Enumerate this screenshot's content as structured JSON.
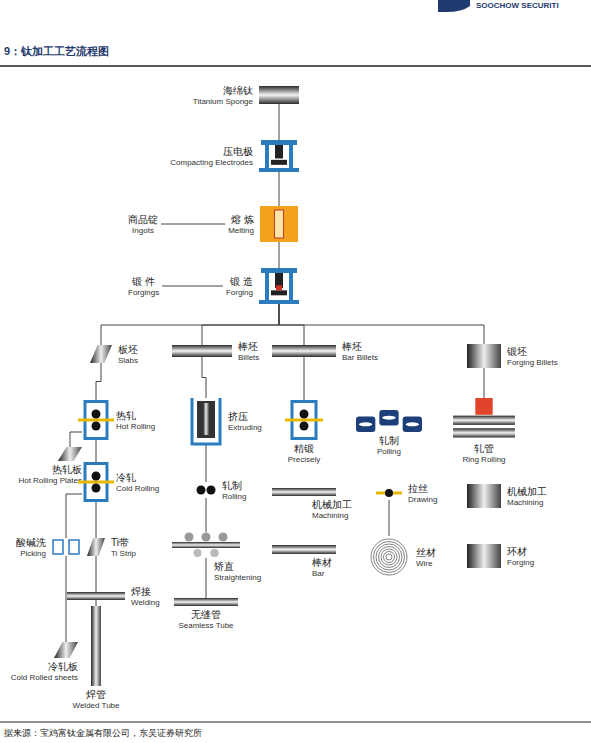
{
  "diagram": {
    "title": "9：钛加工工艺流程图",
    "caption": "据来源：宝鸡富钛金属有限公司，东吴证券研究所",
    "nodes": [
      {
        "text": [
          "海绵钛",
          "Titanium Sponge"
        ]
      },
      {
        "text": [
          "压电极",
          "Compacting Electrodes"
        ]
      },
      {
        "text": [
          "熔 炼",
          "Melting"
        ]
      },
      {
        "text": [
          "商品锭",
          "Ingots"
        ]
      },
      {
        "text": [
          "锻 造",
          "Forging"
        ]
      },
      {
        "text": [
          "锻 件",
          "Forgings"
        ]
      },
      {
        "text": [
          "板坯",
          "Slabs"
        ]
      },
      {
        "text": [
          "棒坯",
          "Billets"
        ]
      },
      {
        "text": [
          "棒坯",
          "Bar Billets"
        ]
      },
      {
        "text": [
          "锻坯",
          "Forging Billets"
        ]
      },
      {
        "text": [
          "热轧",
          "Hot Rolling"
        ]
      },
      {
        "text": [
          "热轧板",
          "Hot Rolling Plates"
        ]
      },
      {
        "text": [
          "冷轧",
          "Cold Rolling"
        ]
      },
      {
        "text": [
          "酸碱洗",
          "Picking"
        ]
      },
      {
        "text": [
          "Ti带",
          "Ti Strip"
        ]
      },
      {
        "text": [
          "焊接",
          "Welding"
        ]
      },
      {
        "text": [
          "冷轧板",
          "Cold Rolled sheets"
        ]
      },
      {
        "text": [
          "焊管",
          "Welded Tube"
        ]
      },
      {
        "text": [
          "挤压",
          "Extruding"
        ]
      },
      {
        "text": [
          "轧制",
          "Rolling"
        ]
      },
      {
        "text": [
          "矫直",
          "Straightening"
        ]
      },
      {
        "text": [
          "无缝管",
          "Seamless Tube"
        ]
      },
      {
        "text": [
          "精锻",
          "Precisely"
        ]
      },
      {
        "text": [
          "轧制",
          "Polling"
        ]
      },
      {
        "text": [
          "机械加工",
          "Machining"
        ]
      },
      {
        "text": [
          "棒材",
          "Bar"
        ]
      },
      {
        "text": [
          "拉丝",
          "Drawing"
        ]
      },
      {
        "text": [
          "丝材",
          "Wire"
        ]
      },
      {
        "text": [
          "轧管",
          "Ring Rolling"
        ]
      },
      {
        "text": [
          "机械加工",
          "Machining"
        ]
      },
      {
        "text": [
          "环材",
          "Forging"
        ]
      }
    ],
    "edges": [
      {
        "from": 0,
        "to": 1,
        "arrow": "none"
      },
      {
        "from": 1,
        "to": 2,
        "arrow": "none"
      },
      {
        "from": 3,
        "to": 2,
        "arrow": "none"
      },
      {
        "from": 2,
        "to": 4,
        "arrow": "none"
      },
      {
        "from": 5,
        "to": 4,
        "arrow": "none"
      },
      {
        "from": 4,
        "to": 6,
        "arrow": "none"
      },
      {
        "from": 4,
        "to": 7,
        "arrow": "none"
      },
      {
        "from": 4,
        "to": 8,
        "arrow": "none"
      },
      {
        "from": 4,
        "to": 9,
        "arrow": "none"
      },
      {
        "from": 6,
        "to": 10,
        "arrow": "none"
      },
      {
        "from": 10,
        "to": 11,
        "arrow": "none"
      },
      {
        "from": 10,
        "to": 12,
        "arrow": "none"
      },
      {
        "from": 12,
        "to": 13,
        "arrow": "none"
      },
      {
        "from": 12,
        "to": 14,
        "arrow": "none"
      },
      {
        "from": 13,
        "to": 16,
        "arrow": "none"
      },
      {
        "from": 14,
        "to": 15,
        "arrow": "none"
      },
      {
        "from": 15,
        "to": 17,
        "arrow": "none"
      },
      {
        "from": 7,
        "to": 18,
        "arrow": "none"
      },
      {
        "from": 18,
        "to": 19,
        "arrow": "none"
      },
      {
        "from": 19,
        "to": 20,
        "arrow": "none"
      },
      {
        "from": 20,
        "to": 21,
        "arrow": "none"
      },
      {
        "from": 8,
        "to": 22,
        "arrow": "none"
      },
      {
        "from": 9,
        "to": 28,
        "arrow": "none"
      },
      {
        "from": 26,
        "to": 27,
        "arrow": "none"
      }
    ],
    "labels": [
      "SOOCHOW SECURITI"
    ]
  }
}
